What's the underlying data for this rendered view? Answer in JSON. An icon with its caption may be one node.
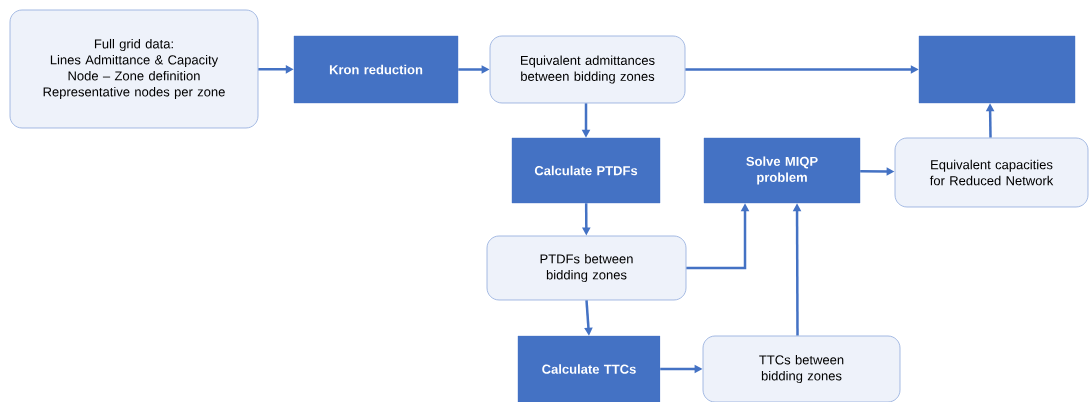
{
  "diagram": {
    "nodes": [
      {
        "text": [
          "Full grid data:",
          "Lines Admittance & Capacity",
          "Node – Zone definition",
          "Representative nodes per zone"
        ]
      },
      {
        "text": [
          "Kron reduction"
        ]
      },
      {
        "text": [
          "Equivalent admittances between bidding zones"
        ]
      },
      {
        "text": [],
        "shape": "box"
      },
      {
        "text": [
          "Calculate PTDFs"
        ]
      },
      {
        "text": [
          "Solve MIQP problem"
        ]
      },
      {
        "text": [
          "Equivalent capacities for Reduced Network"
        ]
      },
      {
        "text": [
          "PTDFs between bidding zones"
        ]
      },
      {
        "text": [
          "Calculate TTCs"
        ]
      },
      {
        "text": [
          "TTCs between bidding zones"
        ]
      }
    ],
    "edges": [
      {
        "from": 0,
        "to": 1,
        "arrow": "to"
      },
      {
        "from": 1,
        "to": 2,
        "arrow": "to"
      },
      {
        "from": 2,
        "to": 3,
        "arrow": "to"
      },
      {
        "from": 2,
        "to": 4,
        "arrow": "to"
      },
      {
        "from": 4,
        "to": 7,
        "arrow": "to"
      },
      {
        "from": 7,
        "to": 5,
        "arrow": "to"
      },
      {
        "from": 7,
        "to": 8,
        "arrow": "to"
      },
      {
        "from": 8,
        "to": 9,
        "arrow": "to"
      },
      {
        "from": 9,
        "to": 5,
        "arrow": "to"
      },
      {
        "from": 5,
        "to": 6,
        "arrow": "to"
      },
      {
        "from": 6,
        "to": 3,
        "arrow": "to"
      }
    ]
  }
}
